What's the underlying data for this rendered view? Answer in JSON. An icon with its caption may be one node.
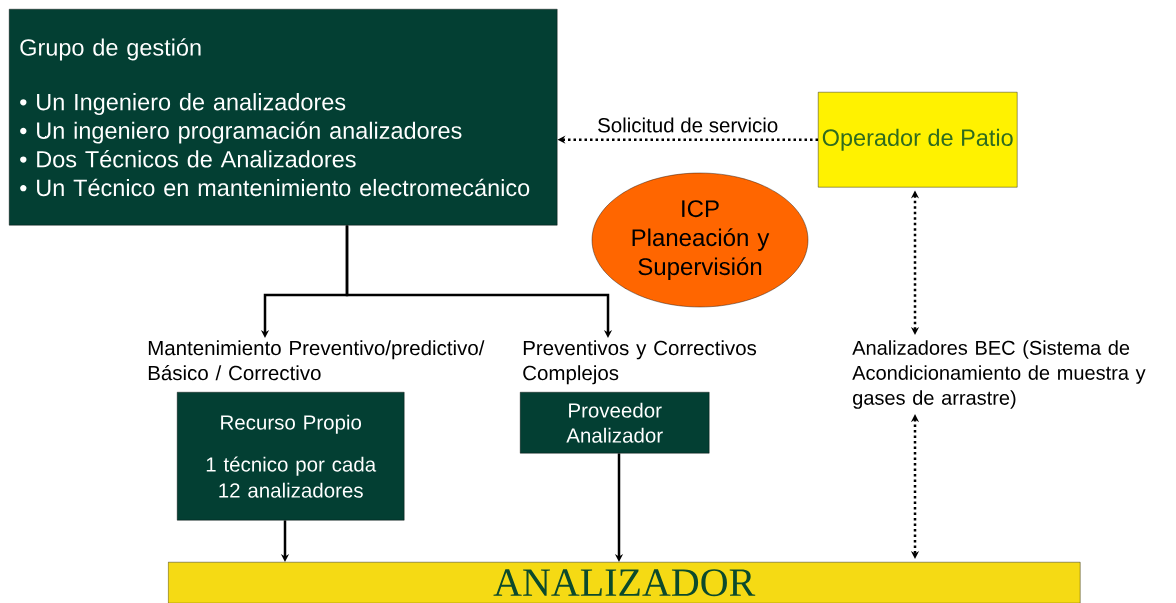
{
  "diagram": {
    "nodes": [
      {
        "text": [
          "Grupo de gestión",
          "• Un Ingeniero de analizadores",
          "• Un ingeniero programación analizadores",
          "• Dos Técnicos de Analizadores",
          "• Un Técnico en mantenimiento electromecánico"
        ]
      },
      {
        "text": [
          "Operador de Patio"
        ]
      },
      {
        "text": [
          "ICP Planeación y Supervisión"
        ]
      },
      {
        "text": [
          "Mantenimiento Preventivo/predictivo/ Básico / Correctivo"
        ]
      },
      {
        "text": [
          "Preventivos y Correctivos Complejos"
        ]
      },
      {
        "text": [
          "Analizadores BEC (Sistema de Acondicionamiento de muestra y gases de arrastre)"
        ]
      },
      {
        "text": [
          "Recurso Propio",
          "1 técnico por cada 12 analizadores"
        ]
      },
      {
        "text": [
          "Proveedor Analizador"
        ]
      },
      {
        "text": [
          "ANALIZADOR"
        ]
      }
    ],
    "edges": [
      {
        "from": 1,
        "to": 0,
        "arrow": "to",
        "style": "dashed",
        "label": "Solicitud de servicio"
      },
      {
        "from": 0,
        "to": 3,
        "arrow": "to"
      },
      {
        "from": 0,
        "to": 4,
        "arrow": "to"
      },
      {
        "from": 1,
        "to": 5,
        "arrow": "both",
        "style": "dashed"
      },
      {
        "from": 5,
        "to": 8,
        "arrow": "both",
        "style": "dashed"
      },
      {
        "from": 6,
        "to": 8,
        "arrow": "to"
      },
      {
        "from": 7,
        "to": 8,
        "arrow": "to"
      }
    ]
  }
}
